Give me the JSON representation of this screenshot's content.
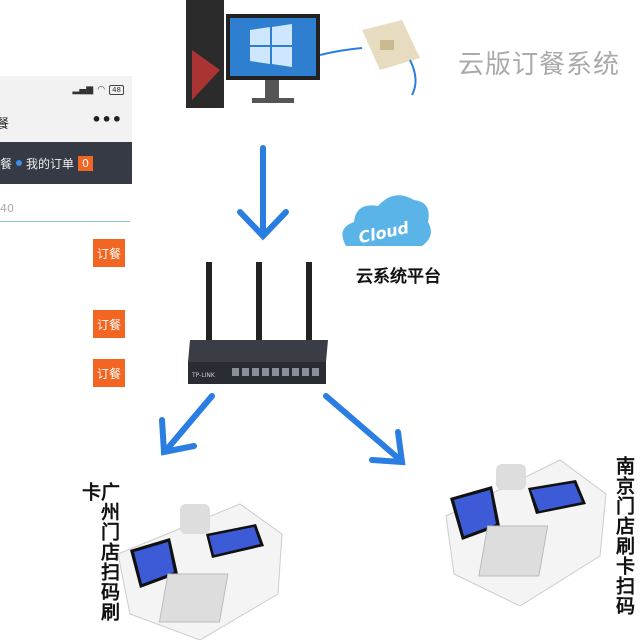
{
  "title": "云版订餐系统",
  "phone": {
    "battery": "48",
    "menu": "•••",
    "header_partial": "餐",
    "nav_partial": "餐",
    "nav_my_orders": "我的订单",
    "order_count": "0",
    "input_partial": "40",
    "order_buttons": [
      "订餐",
      "订餐",
      "订餐"
    ]
  },
  "cloud": {
    "logo_text": "Cloud",
    "label": "云系统平台"
  },
  "router": {
    "brand": "TP-LINK"
  },
  "terminals": {
    "left_label": "广州门店扫码刷卡",
    "right_label": "南京门店刷卡扫码"
  },
  "colors": {
    "arrow": "#2a7de1",
    "accent": "#f26522",
    "nav": "#353a44"
  }
}
